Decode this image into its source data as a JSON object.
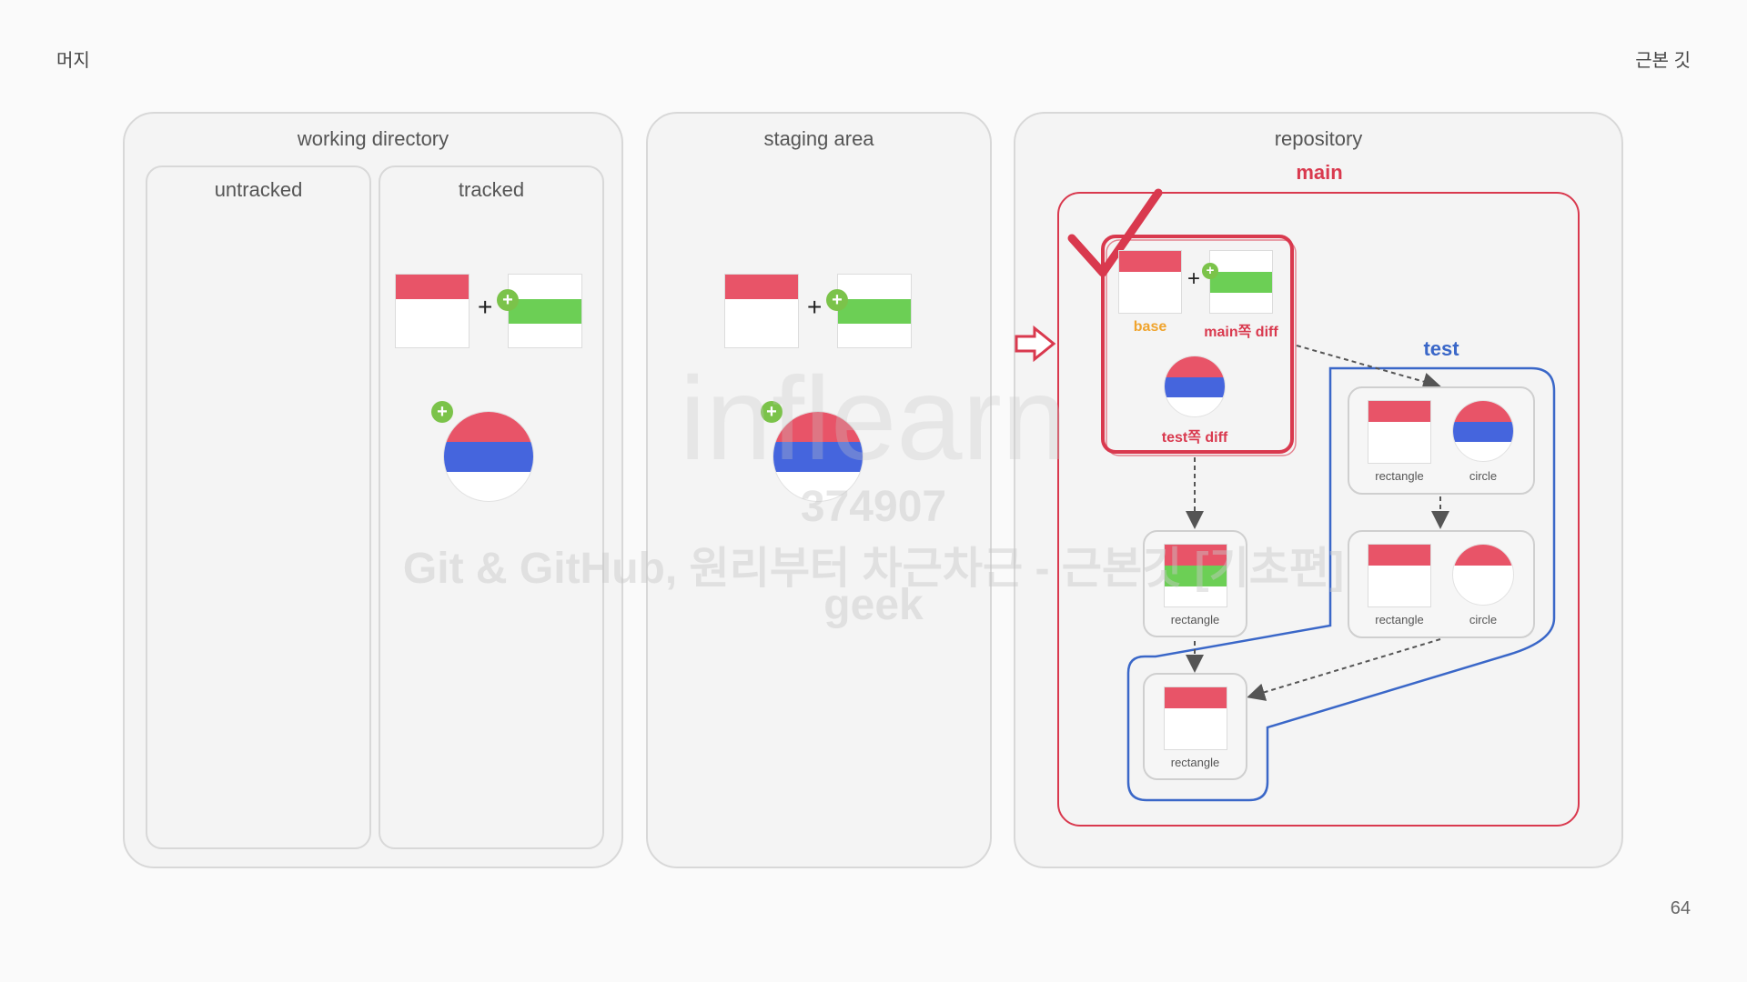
{
  "header": {
    "left": "머지",
    "right": "근본 깃"
  },
  "page_number": "64",
  "panels": {
    "working_directory": {
      "title": "working directory",
      "untracked": "untracked",
      "tracked": "tracked"
    },
    "staging": {
      "title": "staging area"
    },
    "repository": {
      "title": "repository"
    }
  },
  "branches": {
    "main": "main",
    "test": "test"
  },
  "merge_box": {
    "base": "base",
    "main_diff": "main쪽 diff",
    "test_diff": "test쪽 diff"
  },
  "commit_labels": {
    "rectangle": "rectangle",
    "circle": "circle"
  },
  "plus_sign": "+",
  "badge_plus": "+",
  "colors": {
    "red": "#e85468",
    "green": "#6ccf55",
    "blue": "#4565dd",
    "main_branch": "#d9394e",
    "test_branch": "#3a67c8",
    "base_label": "#f0a42d"
  },
  "watermark": {
    "logo": "inflearn",
    "id": "374907",
    "course": "Git & GitHub, 원리부터 차근차근 - 근본깃 [기초편]",
    "user": "geek"
  }
}
